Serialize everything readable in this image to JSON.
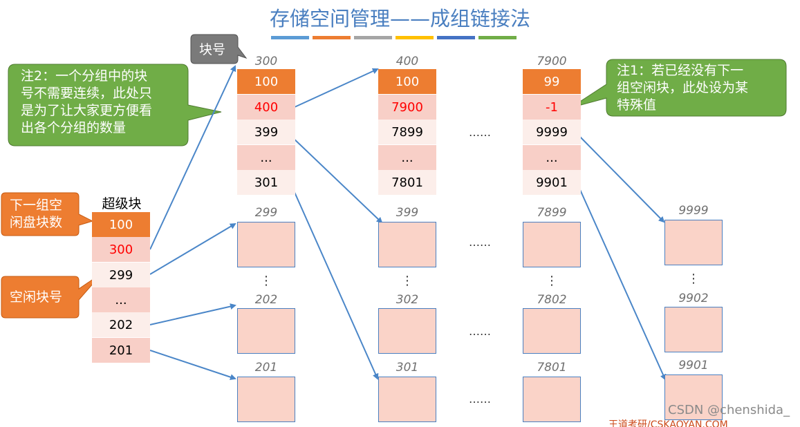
{
  "title": "存储空间管理——成组链接法",
  "bar_colors": [
    "#5b9bd5",
    "#ed7d31",
    "#a5a5a5",
    "#ffc000",
    "#4472c4",
    "#70ad47"
  ],
  "block_no_tag": "块号",
  "note2": {
    "lines": [
      "注2：一个分组中的块",
      "号不需要连续，此处只",
      "是为了让大家更方便看",
      "出各个分组的数量"
    ]
  },
  "note1": {
    "lines": [
      "注1：若已经没有下一",
      "组空闲块，此处设为某",
      "特殊值"
    ]
  },
  "next_group_callout": {
    "lines": [
      "下一组空",
      "闲盘块数"
    ]
  },
  "free_block_callout": "空闲块号",
  "superblock": {
    "title": "超级块",
    "cells": [
      "100",
      "300",
      "299",
      "...",
      "202",
      "201"
    ]
  },
  "groups": [
    {
      "block": "300",
      "cells": [
        "100",
        "400",
        "399",
        "...",
        "301"
      ],
      "boxes": [
        "299",
        "202",
        "201"
      ]
    },
    {
      "block": "400",
      "cells": [
        "100",
        "7900",
        "7899",
        "...",
        "7801"
      ],
      "boxes": [
        "399",
        "302",
        "301"
      ]
    },
    {
      "block": "7900",
      "cells": [
        "99",
        "-1",
        "9999",
        "...",
        "9901"
      ],
      "boxes": [
        "7899",
        "7802",
        "7801"
      ]
    }
  ],
  "last_boxes": [
    "9999",
    "9902",
    "9901"
  ],
  "ellipsis": "……",
  "vertical_dots": "⋮",
  "colors": {
    "orange": "#ed7d31",
    "green": "#70ad47",
    "title_blue": "#4a7fc0",
    "cell_pink": "#f8cfc7",
    "box_pink": "#fad3c8",
    "red": "#ff0000"
  },
  "watermark": "CSDN @chenshida_",
  "watermark2": "王道考研/CSKAOYAN.COM"
}
